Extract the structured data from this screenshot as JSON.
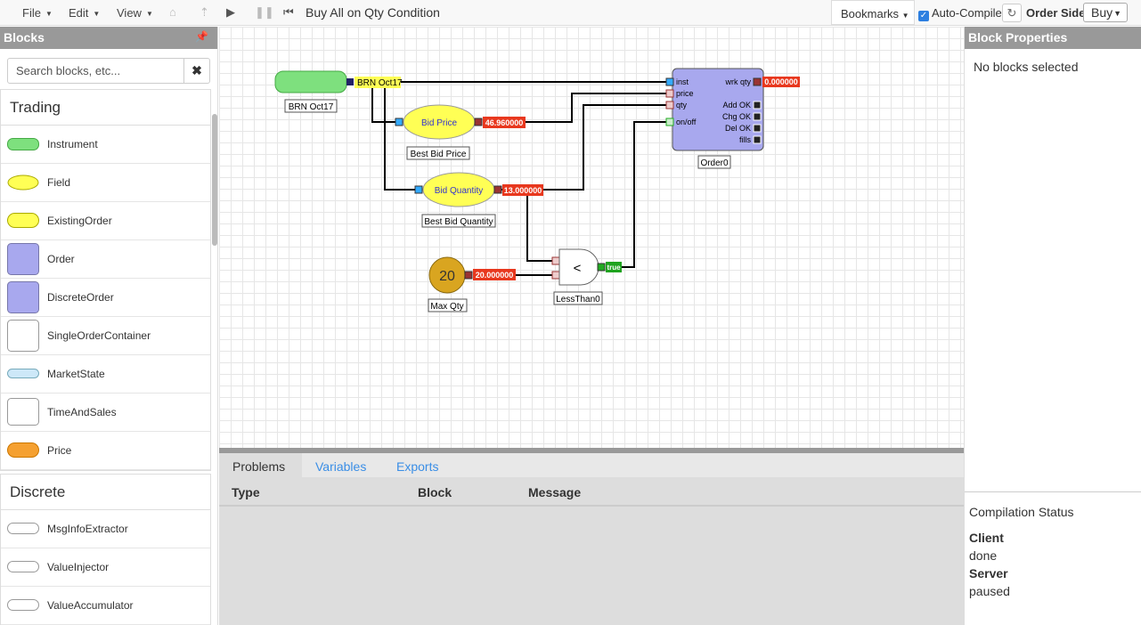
{
  "menubar": {
    "file": "File",
    "edit": "Edit",
    "view": "View",
    "algo_title": "Buy All on Qty Condition",
    "bookmarks": "Bookmarks",
    "auto_compile": "Auto-Compile",
    "order_side_label": "Order Side",
    "order_side_value": "Buy",
    "icons": [
      "home-icon",
      "step-up-icon",
      "play-icon",
      "pause-icon",
      "skip-back-icon",
      "refresh-icon"
    ]
  },
  "blocks_panel": {
    "title": "Blocks",
    "search_placeholder": "Search blocks, etc...",
    "categories": [
      {
        "title": "Trading",
        "items": [
          "Instrument",
          "Field",
          "ExistingOrder",
          "Order",
          "DiscreteOrder",
          "SingleOrderContainer",
          "MarketState",
          "TimeAndSales",
          "Price"
        ]
      },
      {
        "title": "Discrete",
        "items": [
          "MsgInfoExtractor",
          "ValueInjector",
          "ValueAccumulator"
        ]
      }
    ]
  },
  "canvas": {
    "instrument": {
      "label": "BRN Oct17",
      "output": "BRN Oct17"
    },
    "bid_price": {
      "text": "Bid Price",
      "label": "Best Bid Price",
      "value": "46.960000"
    },
    "bid_qty": {
      "text": "Bid Quantity",
      "label": "Best Bid Quantity",
      "value": "13.000000"
    },
    "max_qty": {
      "text": "20",
      "label": "Max Qty",
      "value": "20.000000"
    },
    "less_than": {
      "symbol": "<",
      "label": "LessThan0",
      "output": "true"
    },
    "order": {
      "label": "Order0",
      "inputs": [
        "inst",
        "price",
        "qty",
        "on/off"
      ],
      "outputs": [
        "wrk qty",
        "Add OK",
        "Chg OK",
        "Del OK",
        "fills"
      ],
      "wrk_qty_value": "0.000000"
    },
    "colors": {
      "green": "#7ee07e",
      "yellow": "#ffff55",
      "order": "#a8a8ee",
      "value_red": "#e8381e",
      "true_green": "#1fa31f"
    }
  },
  "bottom_panel": {
    "tabs": [
      "Problems",
      "Variables",
      "Exports"
    ],
    "columns": [
      "Type",
      "Block",
      "Message"
    ]
  },
  "properties": {
    "title": "Block Properties",
    "empty_text": "No blocks selected",
    "compilation_title": "Compilation Status",
    "client_label": "Client",
    "client_value": "done",
    "server_label": "Server",
    "server_value": "paused"
  }
}
